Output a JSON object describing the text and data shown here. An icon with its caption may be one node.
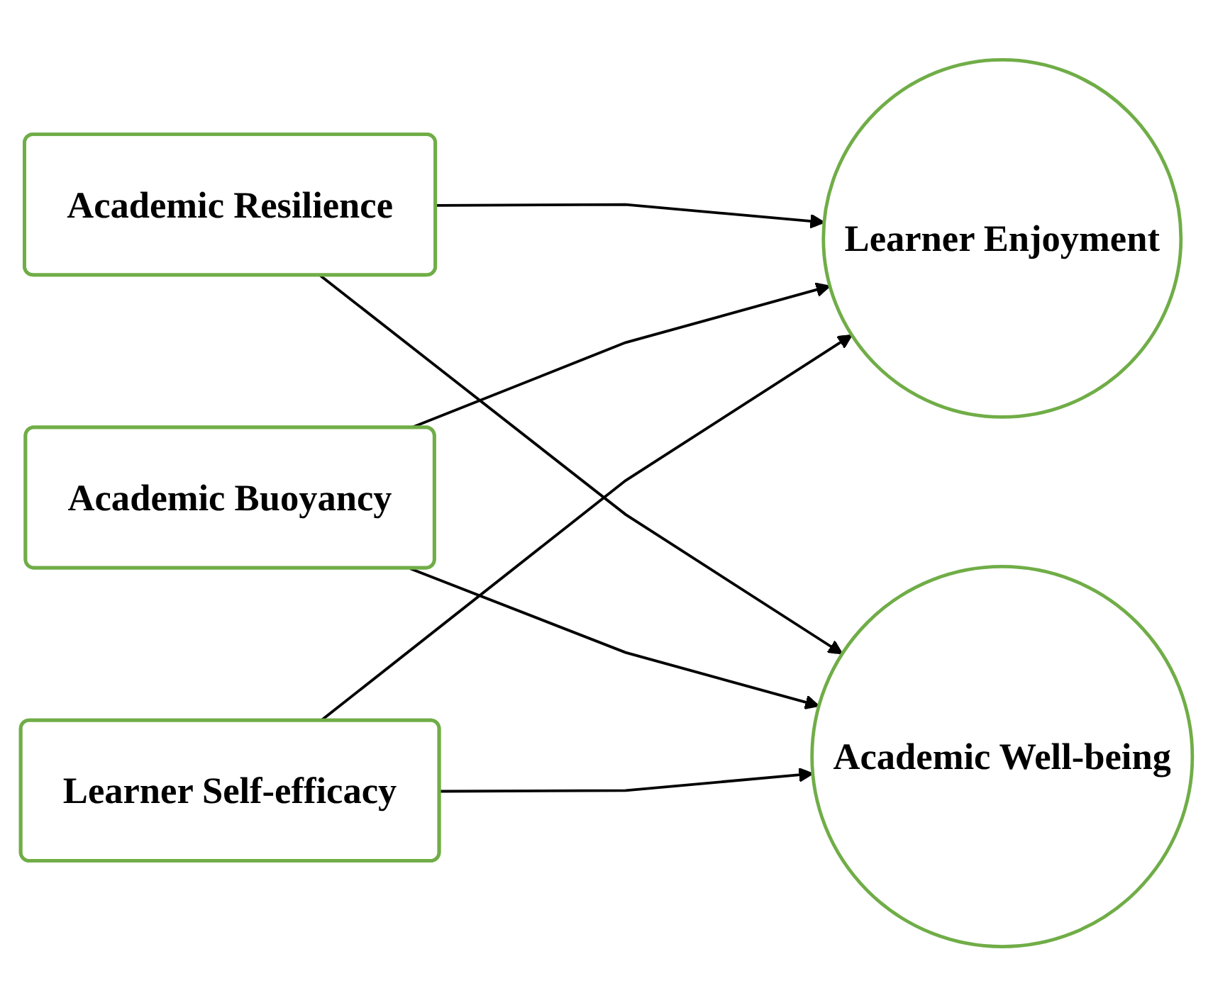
{
  "diagram": {
    "nodes": [
      {
        "text": [
          "Academic Resilience"
        ]
      },
      {
        "text": [
          "Academic Buoyancy"
        ]
      },
      {
        "text": [
          "Learner Self-efficacy"
        ]
      },
      {
        "text": [
          "Learner Enjoyment"
        ]
      },
      {
        "text": [
          "Academic Well-being"
        ]
      }
    ],
    "edges": [
      {
        "from": 0,
        "to": 3,
        "arrow": "to"
      },
      {
        "from": 0,
        "to": 4,
        "arrow": "to"
      },
      {
        "from": 1,
        "to": 3,
        "arrow": "to"
      },
      {
        "from": 1,
        "to": 4,
        "arrow": "to"
      },
      {
        "from": 2,
        "to": 3,
        "arrow": "to"
      },
      {
        "from": 2,
        "to": 4,
        "arrow": "to"
      }
    ]
  }
}
